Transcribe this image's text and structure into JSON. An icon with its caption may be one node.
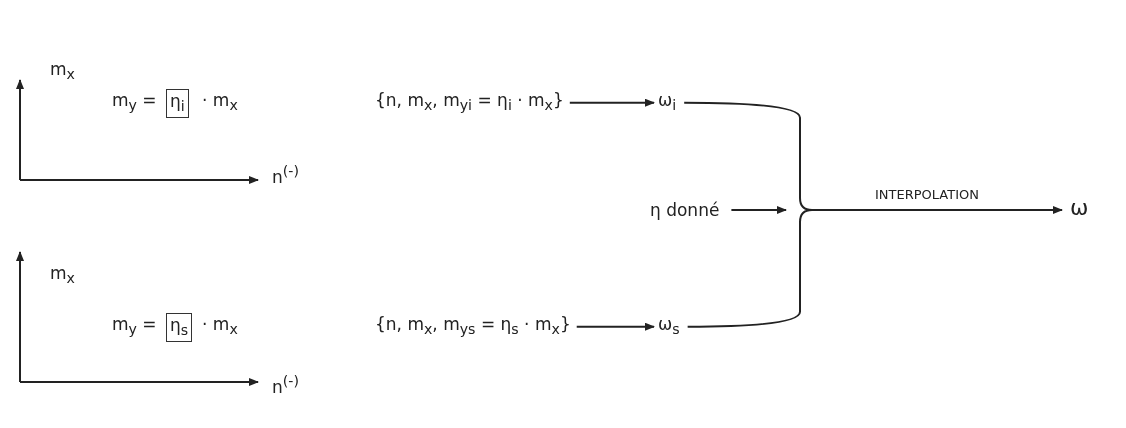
{
  "diagram": {
    "nodes": [
      {
        "text": [
          "η$_{i}$"
        ]
      },
      {
        "text": [
          "{n, m$_{x}$, m$_{yi}$ = η$_{i}$ · m$_{x}$}"
        ]
      },
      {
        "text": [
          "ω$_{i}$"
        ]
      },
      {
        "text": [
          "η donné"
        ]
      },
      {
        "text": [
          "η$_{s}$"
        ]
      },
      {
        "text": [
          "{n, m$_{x}$, m$_{ys}$ = η$_{s}$ · m$_{x}$}"
        ]
      },
      {
        "text": [
          "ω$_{s}$"
        ]
      },
      {
        "text": [
          "ω"
        ]
      }
    ],
    "edges": [
      {
        "from": 1,
        "to": 2,
        "arrow": "to"
      },
      {
        "from": 3,
        "to": null,
        "arrow": "to"
      },
      {
        "from": 5,
        "to": 6,
        "arrow": "to"
      },
      {
        "from": 2,
        "to": 7,
        "arrow": "to",
        "label": "INTERPOLATION"
      },
      {
        "from": 6,
        "to": 7,
        "arrow": "to"
      }
    ],
    "labels": [
      "m$_{x}$",
      "m$_{y}$ =",
      "· m$_{x}$",
      "n$^{(-)}$",
      "m$_{x}$",
      "m$_{y}$ =",
      "· m$_{x}$",
      "n$^{(-)}$"
    ]
  }
}
